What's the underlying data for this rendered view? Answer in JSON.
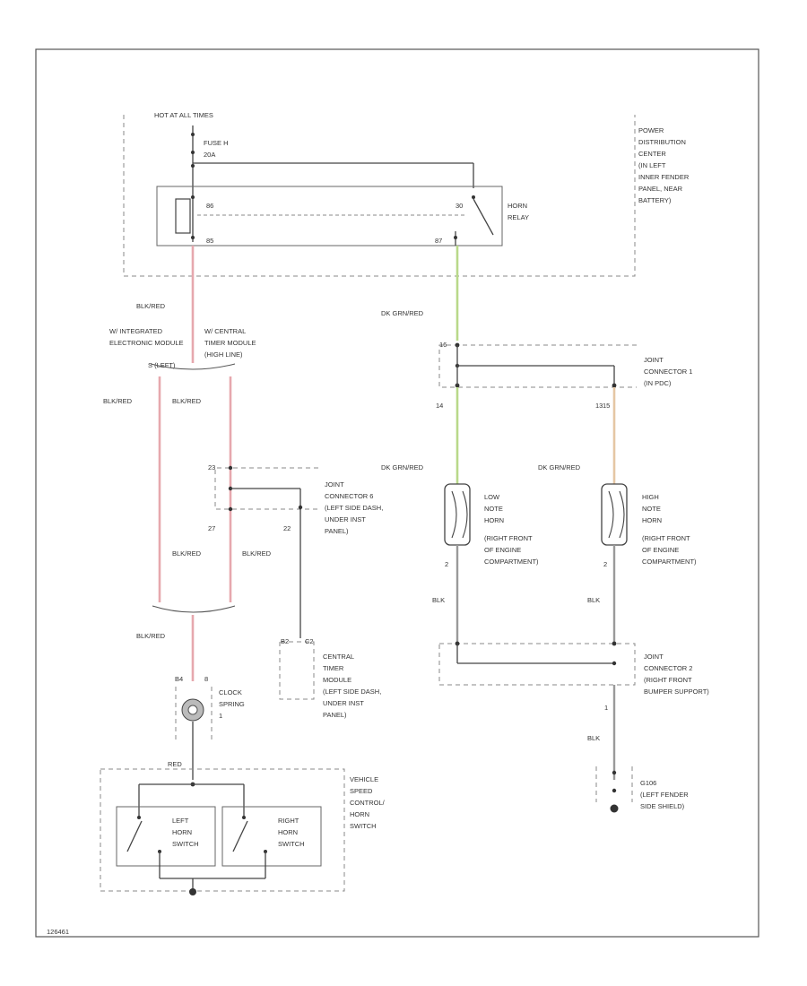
{
  "colors": {
    "wire_red": "#e6a8ae",
    "wire_green": "#b9d98a",
    "wire_orange": "#e5c7a4",
    "wire_gray": "#9a9a9a",
    "line": "#444444"
  },
  "labels": {
    "hot": "HOT AT ALL TIMES",
    "fuse_name": "FUSE H",
    "fuse_rating": "20A",
    "pdc": [
      "POWER",
      "DISTRIBUTION",
      "CENTER",
      "(IN LEFT",
      "INNER FENDER",
      "PANEL, NEAR",
      "BATTERY)"
    ],
    "relay": [
      "HORN",
      "RELAY"
    ],
    "pin_86": "86",
    "pin_85": "85",
    "pin_30": "30",
    "pin_87": "87",
    "iem_note": [
      "W/ INTEGRATED",
      "ELECTRONIC MODULE"
    ],
    "ctm_note": [
      "W/ CENTRAL",
      "TIMER MODULE",
      "(HIGH LINE)"
    ],
    "splice": "S (LEFT)",
    "jc1": [
      "JOINT",
      "CONNECTOR 1",
      "(IN PDC)"
    ],
    "jc6": [
      "JOINT",
      "CONNECTOR 6",
      "(LEFT SIDE DASH,",
      "UNDER INST",
      "PANEL)"
    ],
    "jc2": [
      "JOINT",
      "CONNECTOR 2",
      "(RIGHT FRONT",
      "BUMPER SUPPORT)"
    ],
    "low_horn": [
      "LOW",
      "NOTE",
      "HORN"
    ],
    "high_horn": [
      "HIGH",
      "NOTE",
      "HORN"
    ],
    "horn_loc": [
      "(RIGHT FRONT",
      "OF ENGINE",
      "COMPARTMENT)"
    ],
    "ctm": [
      "CENTRAL",
      "TIMER",
      "MODULE",
      "(LEFT SIDE DASH,",
      "UNDER INST",
      "PANEL)"
    ],
    "clock_spring": [
      "CLOCK",
      "SPRING",
      "1"
    ],
    "vsc": [
      "VEHICLE",
      "SPEED",
      "CONTROL/",
      "HORN",
      "SWITCH"
    ],
    "left_sw": [
      "LEFT",
      "HORN",
      "SWITCH"
    ],
    "right_sw": [
      "RIGHT",
      "HORN",
      "SWITCH"
    ],
    "ground": [
      "G106",
      "(LEFT FENDER",
      "SIDE SHIELD)"
    ],
    "w_blk_red": "BLK/RED",
    "w_dk_grn_red": "DK GRN/RED",
    "w_blk": "BLK",
    "w_red": "RED",
    "pin_23": "23",
    "pin_27": "27",
    "pin_22": "22",
    "pin_14": "14",
    "pin_13": "13",
    "pin_2": "2",
    "pin_1": "1",
    "pin_16": "16",
    "pin_15": "15",
    "pin_b2": "B2",
    "pin_c2": "C2",
    "pin_b4": "B4",
    "pin_8": "8",
    "figure_id": "126461"
  }
}
